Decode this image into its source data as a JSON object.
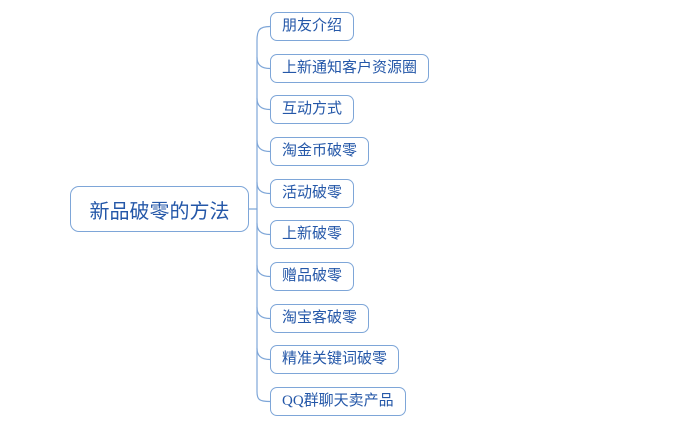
{
  "diagram": {
    "type": "mindmap",
    "root": {
      "label": "新品破零的方法"
    },
    "children": [
      {
        "label": "朋友介绍"
      },
      {
        "label": "上新通知客户资源圈"
      },
      {
        "label": "互动方式"
      },
      {
        "label": "淘金币破零"
      },
      {
        "label": "活动破零"
      },
      {
        "label": "上新破零"
      },
      {
        "label": "赠品破零"
      },
      {
        "label": "淘宝客破零"
      },
      {
        "label": "精准关键词破零"
      },
      {
        "label": "QQ群聊天卖产品"
      }
    ],
    "colors": {
      "background": "#ffffff",
      "node_border": "#7ea6d8",
      "node_fill": "#ffffff",
      "text": "#2457a8",
      "connector": "#7ea6d8"
    }
  }
}
